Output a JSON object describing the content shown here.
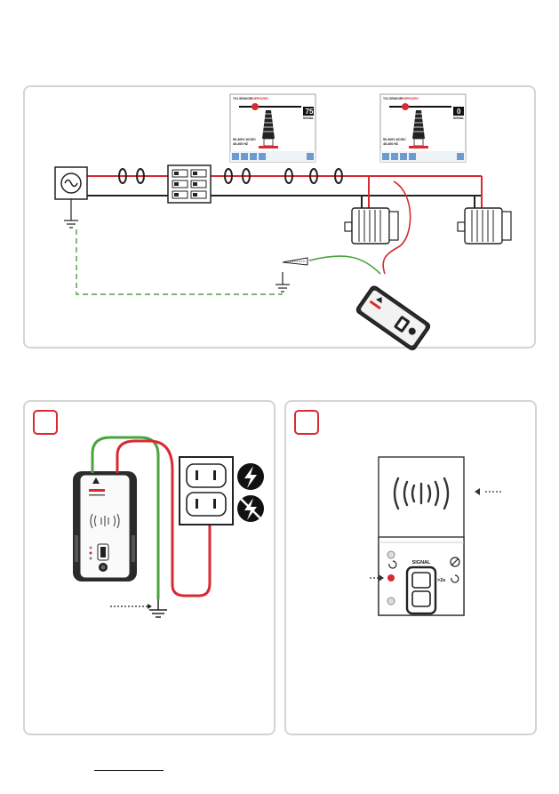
{
  "screen_left": {
    "title": "TX1 SENSOR",
    "status": "ENERGIZED",
    "signal_value": "75",
    "signal_label": "SIGNAL",
    "voltage_line": "50-400V AC/DC",
    "freq_line": "45-400 HZ"
  },
  "screen_right": {
    "title": "TX1 SENSOR",
    "status": "ENERGIZED",
    "signal_value": "0",
    "signal_label": "SIGNAL",
    "voltage_line": "50-400V AC/DC",
    "freq_line": "45-400 HZ"
  },
  "step_badges": [
    "",
    ""
  ],
  "detail": {
    "signal_button_label": "SIGNAL",
    "hold_label": ">2s"
  },
  "colors": {
    "live": "#d92a32",
    "neutral": "#222222",
    "ground": "#4aa33d",
    "panel_border": "#d4d4d4"
  },
  "icons": [
    "ac-source-icon",
    "breaker-panel-icon",
    "motor-icon",
    "ground-icon",
    "alligator-clip-icon",
    "lightning-icon",
    "no-lightning-icon",
    "outlet-icon",
    "speaker-icon",
    "mute-icon",
    "reset-icon"
  ]
}
